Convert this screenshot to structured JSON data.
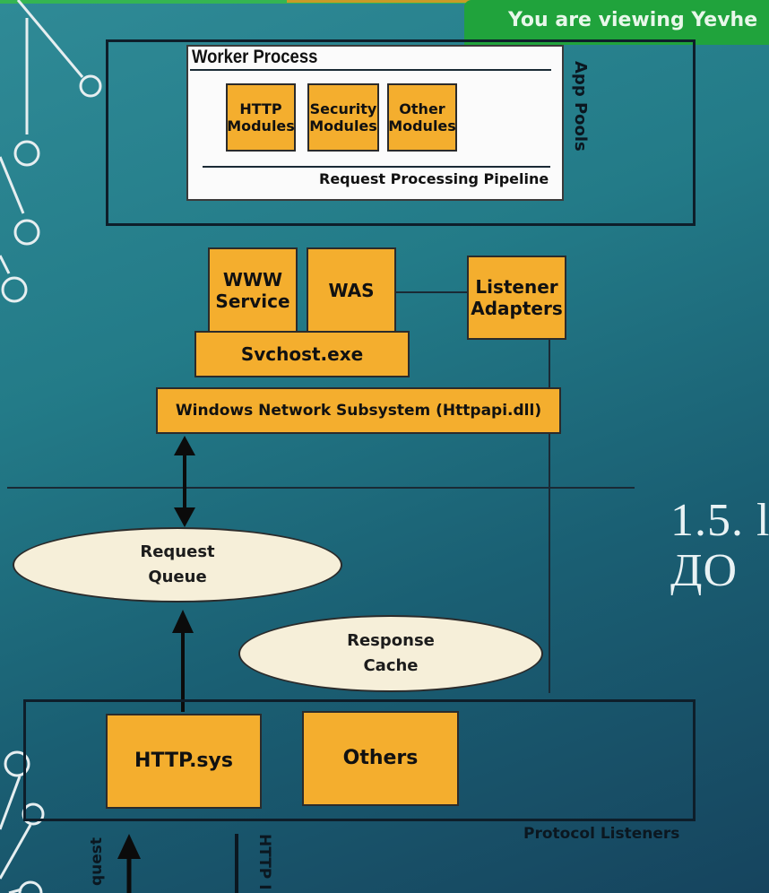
{
  "banner": {
    "text": "You are viewing  Yevhe"
  },
  "slide": {
    "title_fragment": "1.5. l\nДО"
  },
  "diagram": {
    "app_pools_label": "App Pools",
    "worker_process_title": "Worker Process",
    "modules": [
      {
        "label": "HTTP\nModules"
      },
      {
        "label": "Security\nModules"
      },
      {
        "label": "Other\nModules"
      }
    ],
    "pipeline_label": "Request Processing Pipeline",
    "www_service": "WWW\nService",
    "was": "WAS",
    "listener_adapters": "Listener\nAdapters",
    "svchost": "Svchost.exe",
    "network_subsystem": "Windows Network Subsystem (Httpapi.dll)",
    "request_queue": "Request\nQueue",
    "response_cache": "Response\nCache",
    "http_sys": "HTTP.sys",
    "others": "Others",
    "protocol_listeners": "Protocol Listeners",
    "bottom_left_fragment": "quest",
    "bottom_right_fragment": "HTTP I"
  },
  "colors": {
    "background": "#237b88",
    "box_fill": "#f4ae2e",
    "ellipse_fill": "#f6efd9",
    "banner": "#20a33c"
  }
}
